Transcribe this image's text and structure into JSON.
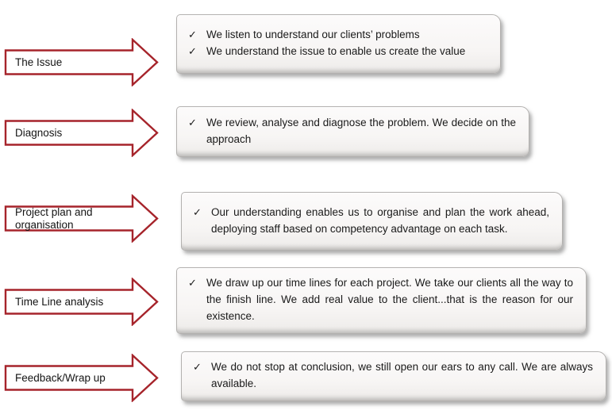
{
  "diagram": {
    "check_icon": "✓",
    "colors": {
      "arrow_stroke": "#A6242B",
      "arrow_fill": "#FFFFFF",
      "box_background": "#F7F5F4",
      "box_border": "#B3B1AF",
      "text": "#1A1A1A"
    },
    "rows": [
      {
        "label": "The Issue",
        "points": [
          "We listen to understand our clients’ problems",
          "We understand the issue to enable us create the value"
        ]
      },
      {
        "label": "Diagnosis",
        "points": [
          "We review, analyse and diagnose the problem. We decide on the approach"
        ]
      },
      {
        "label": "Project plan and organisation",
        "points": [
          "Our understanding enables us to organise and plan the work ahead, deploying staff based on  competency advantage on each task."
        ]
      },
      {
        "label": "Time Line analysis",
        "points": [
          "We draw up our time lines for each project. We take our clients all the way to the finish line. We add real value to the client...that is the reason for our existence."
        ]
      },
      {
        "label": "Feedback/Wrap up",
        "points": [
          "We do not stop at conclusion, we still open our ears to any call. We are always available."
        ]
      }
    ]
  }
}
